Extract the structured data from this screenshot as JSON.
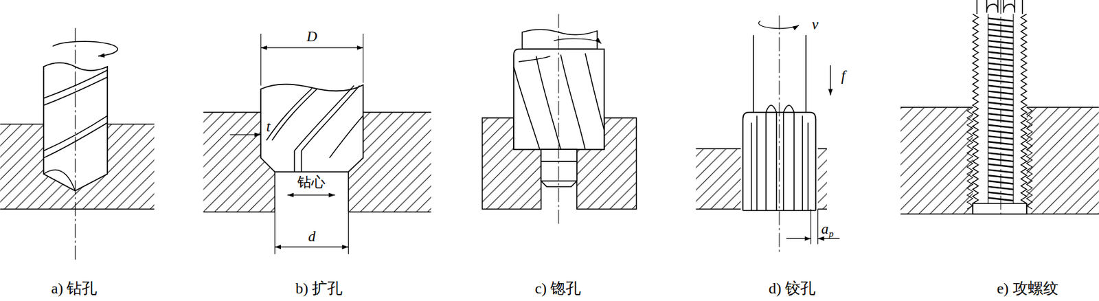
{
  "diagram": {
    "labels": [
      "D",
      "t",
      "钻心",
      "d",
      "v",
      "f",
      "a",
      "p",
      "a) 钻孔",
      "b) 扩孔",
      "c) 锪孔",
      "d) 铰孔",
      "e) 攻螺纹"
    ]
  }
}
